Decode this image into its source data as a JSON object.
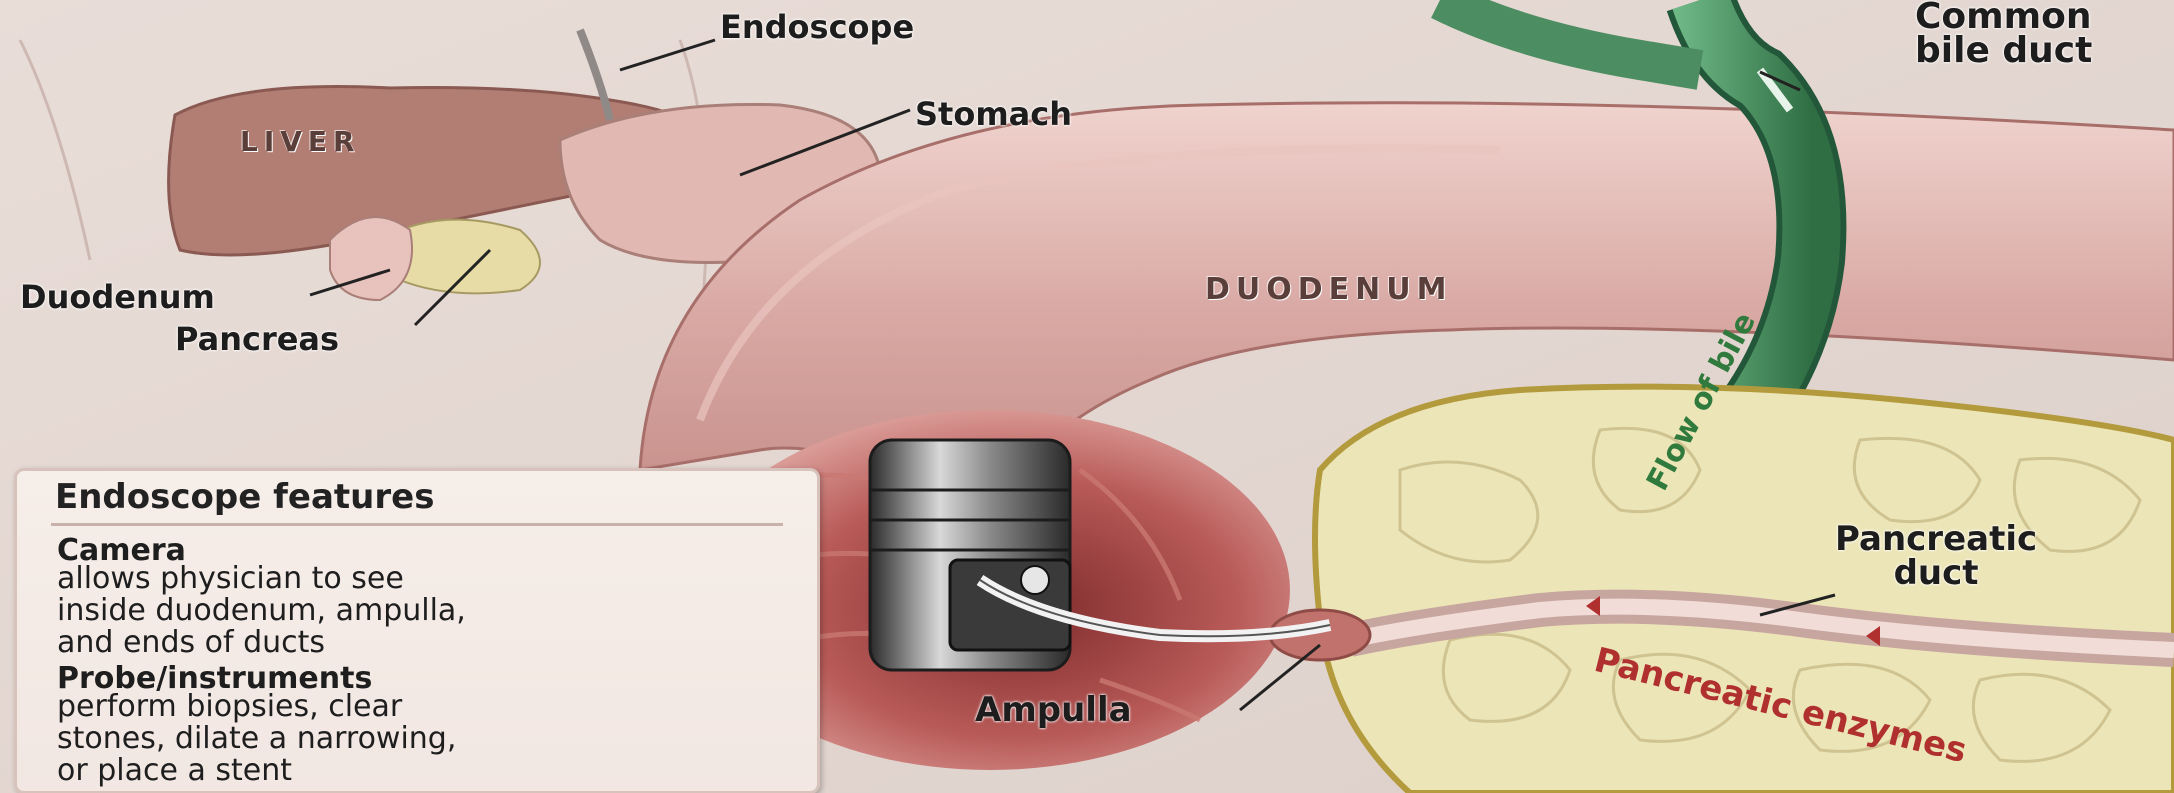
{
  "labels": {
    "endoscope": "Endoscope",
    "stomach": "Stomach",
    "liver": "LIVER",
    "duodenum_small": "Duodenum",
    "pancreas": "Pancreas",
    "duodenum_large": "DUODENUM",
    "common_bile_duct_line1": "Common",
    "common_bile_duct_line2": "bile duct",
    "flow_of_bile": "Flow of bile",
    "pancreatic_duct_line1": "Pancreatic",
    "pancreatic_duct_line2": "duct",
    "pancreatic_enzymes": "Pancreatic enzymes",
    "ampulla": "Ampulla"
  },
  "features": {
    "title": "Endoscope features",
    "camera_heading": "Camera",
    "camera_text": "allows physician to see\ninside duodenum, ampulla,\nand ends of ducts",
    "probe_heading": "Probe/instruments",
    "probe_text": "perform biopsies, clear\nstones, dilate a narrowing,\nor place a stent"
  },
  "colors": {
    "bile_duct_green": "#3f8a55",
    "flow_text_green": "#2f7a3c",
    "enzymes_red": "#b03030",
    "duodenum_pink": "#d9a9a4",
    "pancreas_yellow": "#ece5b8",
    "liver_brown": "#b27e73"
  }
}
